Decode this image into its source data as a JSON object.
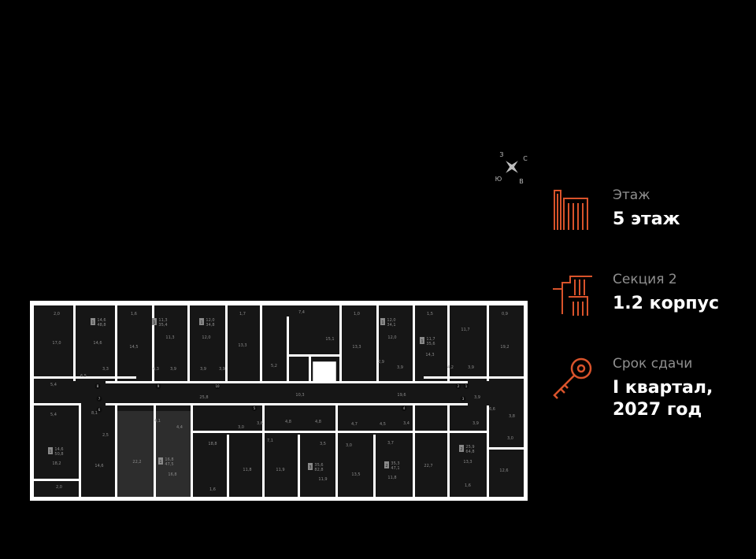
{
  "compass": {
    "north": "С",
    "south": "Ю",
    "east": "В",
    "west": "З"
  },
  "info": {
    "floor": {
      "label": "Этаж",
      "value": "5 этаж",
      "icon": "building-icon"
    },
    "section": {
      "label": "Секция 2",
      "value": "1.2 корпус",
      "icon": "stairs-building-icon"
    },
    "deadline": {
      "label": "Срок сдачи",
      "value_line1": "I квартал,",
      "value_line2": "2027 год",
      "icon": "key-icon"
    }
  },
  "colors": {
    "accent": "#d9532b",
    "background": "#000000",
    "label": "#8f8f8f",
    "value": "#ffffff"
  },
  "plan": {
    "rooms": [
      {
        "t": "2,0"
      },
      {
        "t": "17,0"
      },
      {
        "t": "14,6"
      },
      {
        "t": "1,6"
      },
      {
        "t": "14,5"
      },
      {
        "t": "11,3"
      },
      {
        "t": "12,0"
      },
      {
        "t": "1,7"
      },
      {
        "t": "13,3"
      },
      {
        "t": "7,4"
      },
      {
        "t": "15,1"
      },
      {
        "t": "1,0"
      },
      {
        "t": "13,3"
      },
      {
        "t": "12,0"
      },
      {
        "t": "1,5"
      },
      {
        "t": "14,3"
      },
      {
        "t": "11,7"
      },
      {
        "t": "0,9"
      },
      {
        "t": "19,2"
      },
      {
        "t": "3,3"
      },
      {
        "t": "6,5"
      },
      {
        "t": "4,3"
      },
      {
        "t": "3,9"
      },
      {
        "t": "3,9"
      },
      {
        "t": "3,9"
      },
      {
        "t": "5,2"
      },
      {
        "t": "2,9"
      },
      {
        "t": "3,9"
      },
      {
        "t": "4,2"
      },
      {
        "t": "3,9"
      },
      {
        "t": "5,4"
      },
      {
        "t": "5,4"
      },
      {
        "t": "25,8"
      },
      {
        "t": "10,3"
      },
      {
        "t": "19,6"
      },
      {
        "t": "3,9"
      },
      {
        "t": "8,1"
      },
      {
        "t": "4,1"
      },
      {
        "t": "4,4"
      },
      {
        "t": "6,6"
      },
      {
        "t": "3,8"
      },
      {
        "t": "2,5"
      },
      {
        "t": "3,0"
      },
      {
        "t": "3,6"
      },
      {
        "t": "4,8"
      },
      {
        "t": "4,8"
      },
      {
        "t": "4,7"
      },
      {
        "t": "4,5"
      },
      {
        "t": "3,4"
      },
      {
        "t": "3,9"
      },
      {
        "t": "3,0"
      },
      {
        "t": "18,8"
      },
      {
        "t": "7,1"
      },
      {
        "t": "3,5"
      },
      {
        "t": "3,0"
      },
      {
        "t": "3,7"
      },
      {
        "t": "18,2"
      },
      {
        "t": "14,6"
      },
      {
        "t": "22,2"
      },
      {
        "t": "16,8"
      },
      {
        "t": "11,8"
      },
      {
        "t": "11,9"
      },
      {
        "t": "11,9"
      },
      {
        "t": "13,5"
      },
      {
        "t": "11,8"
      },
      {
        "t": "22,7"
      },
      {
        "t": "13,3"
      },
      {
        "t": "12,6"
      },
      {
        "t": "2,0"
      },
      {
        "t": "1,6"
      },
      {
        "t": "1,6"
      }
    ],
    "markers": [
      "8",
      "9",
      "10",
      "7",
      "6",
      "5",
      "4",
      "3",
      "2",
      "1"
    ],
    "apartments": [
      {
        "rooms": "1",
        "a": "14,6",
        "b": "48,8"
      },
      {
        "rooms": "1",
        "a": "11,3",
        "b": "35,4"
      },
      {
        "rooms": "1",
        "a": "12,0",
        "b": "34,8"
      },
      {
        "rooms": "1",
        "a": "12,0",
        "b": "34,1"
      },
      {
        "rooms": "1",
        "a": "11,7",
        "b": "35,6"
      },
      {
        "rooms": "1",
        "a": "14,6",
        "b": "50,8"
      },
      {
        "rooms": "1",
        "a": "16,8",
        "b": "47,5"
      },
      {
        "rooms": "3",
        "a": "35,6",
        "b": "82,8"
      },
      {
        "rooms": "2",
        "a": "35,3",
        "b": "47,1"
      },
      {
        "rooms": "2",
        "a": "25,9",
        "b": "64,8"
      }
    ]
  }
}
